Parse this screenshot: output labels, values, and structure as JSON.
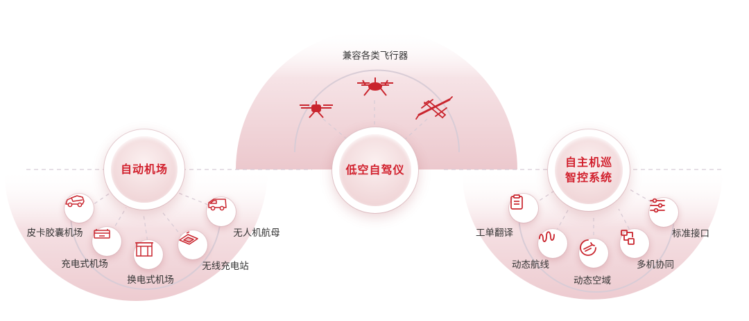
{
  "top_group": {
    "title": "兼容各类飞行器",
    "hub_label": "低空自驾仪",
    "icons": [
      "drone-quad-icon",
      "drone-hexa-icon",
      "fixed-wing-vtol-icon"
    ]
  },
  "left_group": {
    "hub_label": "自动机场",
    "items": [
      {
        "label": "皮卡胶囊机场",
        "icon": "pickup-truck-icon"
      },
      {
        "label": "充电式机场",
        "icon": "charging-hangar-icon"
      },
      {
        "label": "换电式机场",
        "icon": "battery-swap-hangar-icon"
      },
      {
        "label": "无线充电站",
        "icon": "wireless-charging-pad-icon"
      },
      {
        "label": "无人机航母",
        "icon": "carrier-van-icon"
      }
    ]
  },
  "right_group": {
    "hub_label_line1": "自主机巡",
    "hub_label_line2": "智控系统",
    "items": [
      {
        "label": "工单翻译",
        "icon": "clipboard-icon"
      },
      {
        "label": "动态航线",
        "icon": "route-icon"
      },
      {
        "label": "动态空域",
        "icon": "airspace-icon"
      },
      {
        "label": "多机协同",
        "icon": "multi-drone-icon"
      },
      {
        "label": "标准接口",
        "icon": "sliders-icon"
      }
    ]
  },
  "colors": {
    "accent": "#d11f2c",
    "fan": "#f1d0d4",
    "line": "#d8ccd6"
  }
}
